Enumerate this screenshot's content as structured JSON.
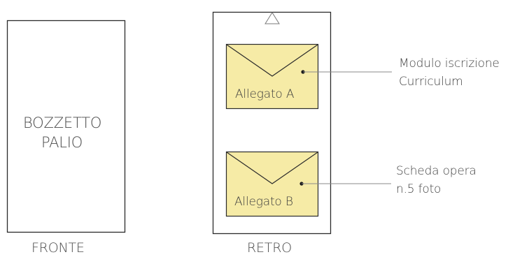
{
  "front": {
    "title_line1": "BOZZETTO",
    "title_line2": "PALIO",
    "caption": "FRONTE"
  },
  "back": {
    "caption": "RETRO",
    "envelope_a": {
      "label": "Allegato A",
      "contents": [
        "Modulo iscrizione",
        "Curriculum"
      ]
    },
    "envelope_b": {
      "label": "Allegato B",
      "contents": [
        "Scheda opera",
        "n.5 foto"
      ]
    }
  },
  "colors": {
    "stroke": "#2b2b2b",
    "envelope_fill": "#f6eba6",
    "text": "#4a4a4a"
  }
}
